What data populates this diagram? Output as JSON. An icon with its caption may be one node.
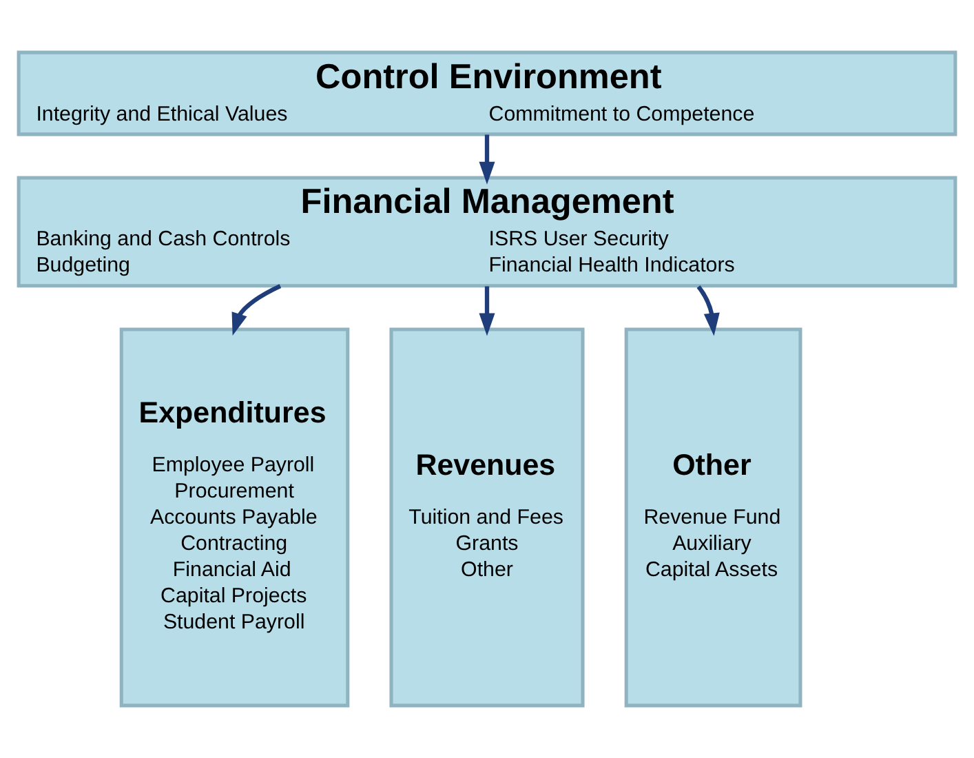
{
  "diagram": {
    "nodes": [
      {
        "text": [
          "Control Environment",
          "Integrity and Ethical Values",
          "Commitment to Competence"
        ]
      },
      {
        "text": [
          "Financial Management",
          "Banking and Cash Controls",
          "Budgeting",
          "ISRS User Security",
          "Financial Health Indicators"
        ]
      },
      {
        "text": [
          "Expenditures",
          "Employee Payroll",
          "Procurement",
          "Accounts Payable",
          "Contracting",
          "Financial Aid",
          "Capital Projects",
          "Student Payroll"
        ]
      },
      {
        "text": [
          "Revenues",
          "Tuition and Fees",
          "Grants",
          "Other"
        ]
      },
      {
        "text": [
          "Other",
          "Revenue Fund",
          "Auxiliary",
          "Capital Assets"
        ]
      }
    ],
    "edges": [
      {
        "from": 0,
        "to": 1,
        "arrow": "to"
      },
      {
        "from": 1,
        "to": 2,
        "arrow": "to"
      },
      {
        "from": 1,
        "to": 3,
        "arrow": "to"
      },
      {
        "from": 1,
        "to": 4,
        "arrow": "to"
      }
    ]
  }
}
